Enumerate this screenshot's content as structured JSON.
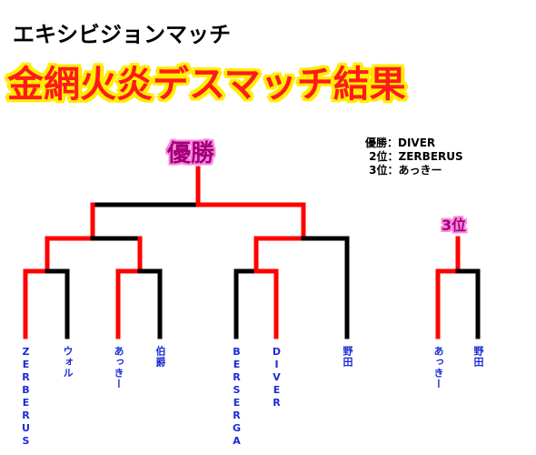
{
  "subtitle": "エキシビジョンマッチ",
  "title": "金網火炎デスマッチ結果",
  "champion_label": "優勝",
  "third_place_label": "3位",
  "results": {
    "first": "優勝：DIVER",
    "second": " 2位：ZERBERUS",
    "third": " 3位：あっきー"
  },
  "participants": [
    "ZERBERUS",
    "ウォル",
    "あっきー",
    "伯爵",
    "BERSERGA",
    "DIVER",
    "野田"
  ],
  "third_place_match": [
    "あっきー",
    "野田"
  ],
  "colors": {
    "winner_line": "#ff0000",
    "loser_line": "#000000",
    "name_text": "#1a2bd6",
    "title": "#ff1a1a"
  }
}
